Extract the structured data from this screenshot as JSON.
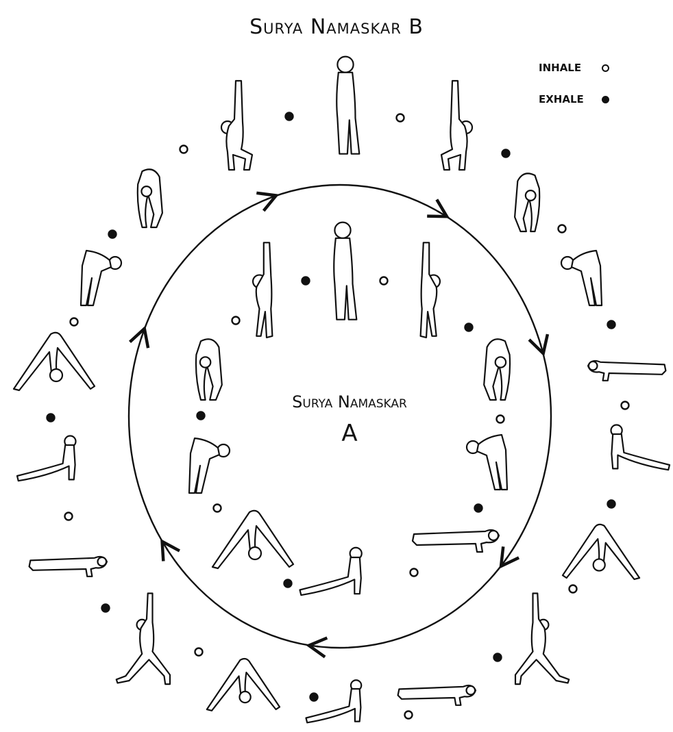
{
  "titles": {
    "outer": "Surya Namaskar B",
    "inner_line1": "Surya Namaskar",
    "inner_line2": "A"
  },
  "legend": {
    "items": [
      {
        "label": "INHALE",
        "marker": "open-circle"
      },
      {
        "label": "EXHALE",
        "marker": "filled-circle"
      }
    ]
  },
  "colors": {
    "ink": "#111111",
    "background": "#ffffff"
  },
  "sequence_a": [
    {
      "pose": "samasthiti-standing",
      "breath": ""
    },
    {
      "pose": "urdhva-vrksasana-arms-up",
      "breath": "inhale"
    },
    {
      "pose": "uttanasana-forward-fold",
      "breath": "exhale"
    },
    {
      "pose": "ardha-uttanasana-half-lift",
      "breath": "inhale"
    },
    {
      "pose": "chaturanga-plank",
      "breath": "exhale"
    },
    {
      "pose": "urdhva-mukha-svanasana-upward-dog",
      "breath": "inhale"
    },
    {
      "pose": "adho-mukha-svanasana-downward-dog",
      "breath": "exhale"
    },
    {
      "pose": "ardha-uttanasana-half-lift",
      "breath": "inhale"
    },
    {
      "pose": "uttanasana-forward-fold",
      "breath": "exhale"
    },
    {
      "pose": "urdhva-vrksasana-arms-up",
      "breath": "inhale"
    },
    {
      "pose": "samasthiti-standing",
      "breath": "exhale"
    }
  ],
  "sequence_b": [
    {
      "pose": "samasthiti-standing",
      "breath": ""
    },
    {
      "pose": "utkatasana-chair",
      "breath": "inhale"
    },
    {
      "pose": "uttanasana-forward-fold",
      "breath": "exhale"
    },
    {
      "pose": "ardha-uttanasana-half-lift",
      "breath": "inhale"
    },
    {
      "pose": "chaturanga-plank",
      "breath": "exhale"
    },
    {
      "pose": "urdhva-mukha-svanasana-upward-dog",
      "breath": "inhale"
    },
    {
      "pose": "adho-mukha-svanasana-downward-dog",
      "breath": "exhale"
    },
    {
      "pose": "virabhadrasana-warrior-one-right",
      "breath": "inhale"
    },
    {
      "pose": "chaturanga-plank",
      "breath": "exhale"
    },
    {
      "pose": "urdhva-mukha-svanasana-upward-dog",
      "breath": "inhale"
    },
    {
      "pose": "adho-mukha-svanasana-downward-dog",
      "breath": "exhale"
    },
    {
      "pose": "virabhadrasana-warrior-one-left",
      "breath": "inhale"
    },
    {
      "pose": "chaturanga-plank",
      "breath": "exhale"
    },
    {
      "pose": "urdhva-mukha-svanasana-upward-dog",
      "breath": "inhale"
    },
    {
      "pose": "adho-mukha-svanasana-downward-dog",
      "breath": "exhale"
    },
    {
      "pose": "ardha-uttanasana-half-lift",
      "breath": "inhale"
    },
    {
      "pose": "uttanasana-forward-fold",
      "breath": "exhale"
    },
    {
      "pose": "utkatasana-chair",
      "breath": "inhale"
    },
    {
      "pose": "samasthiti-standing",
      "breath": "exhale"
    }
  ]
}
